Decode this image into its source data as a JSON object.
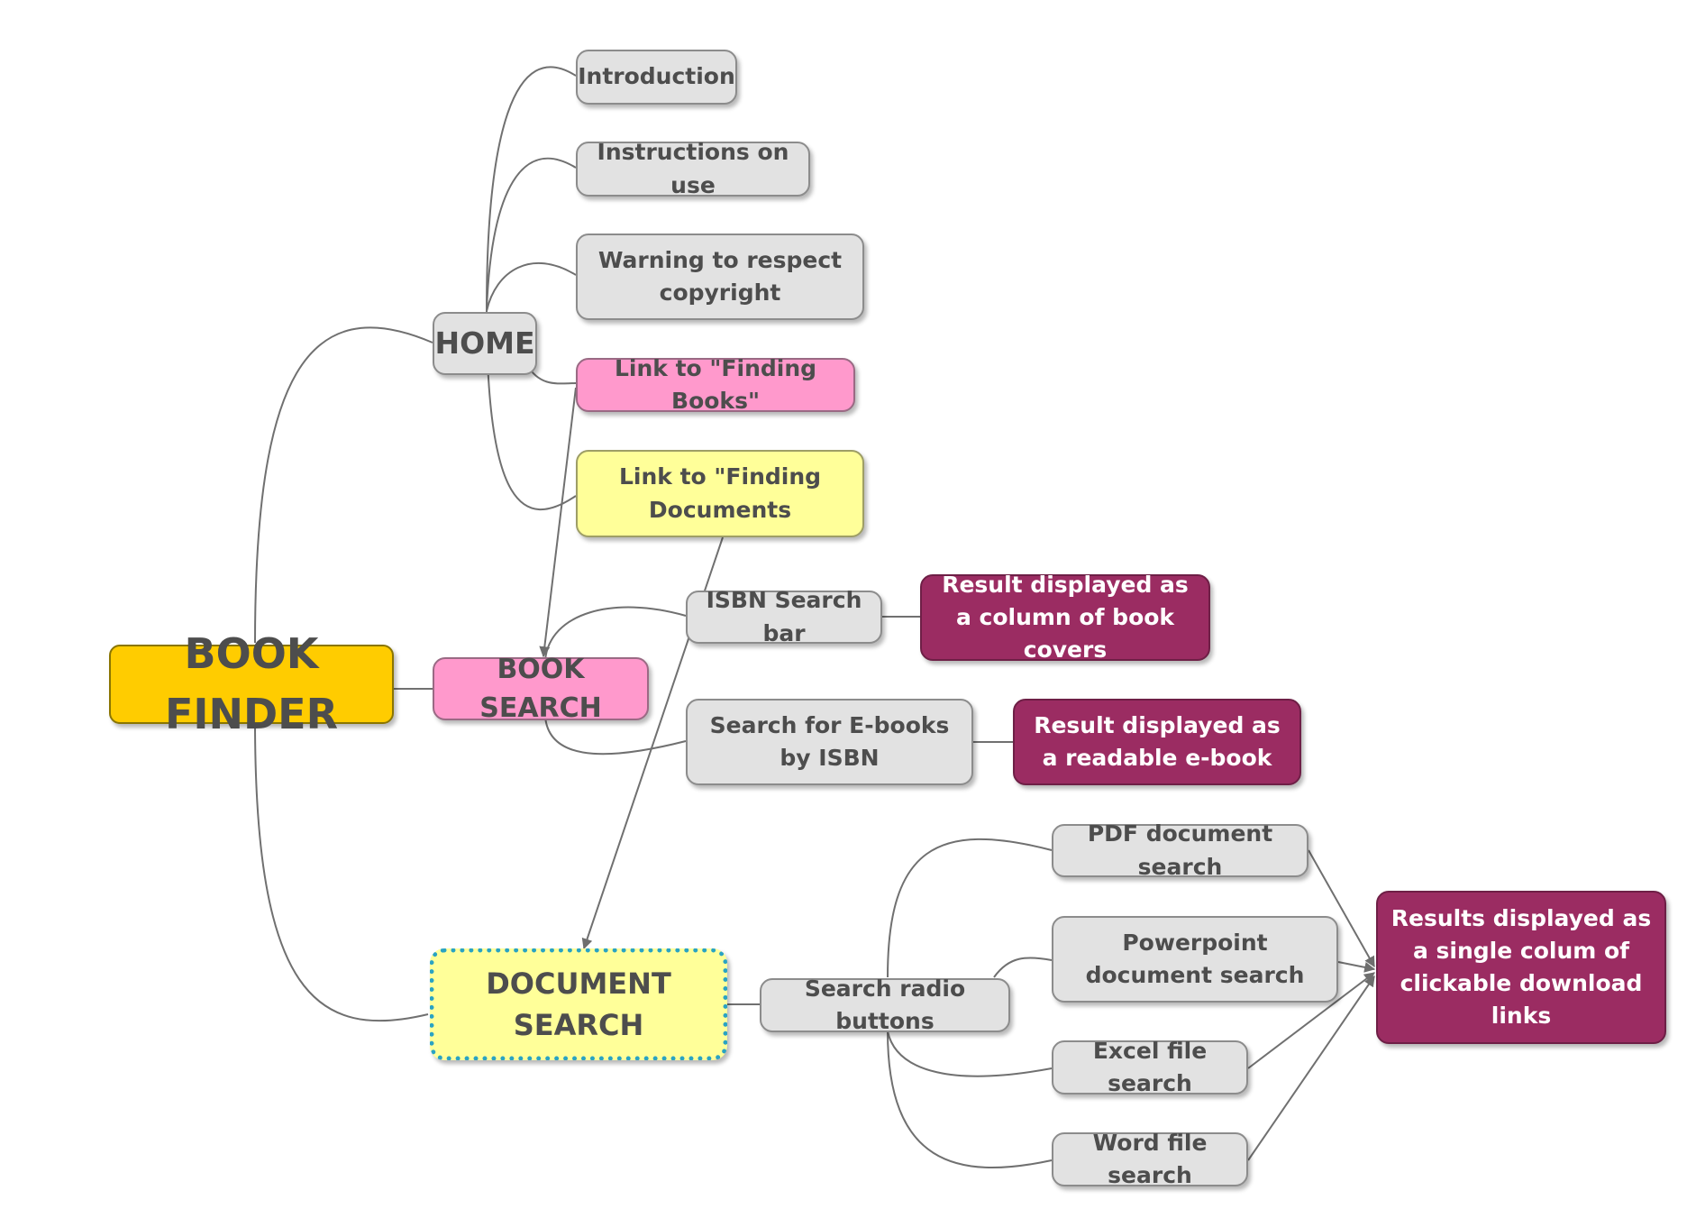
{
  "diagram": {
    "root": {
      "label": "BOOK FINDER"
    },
    "home": {
      "label": "HOME",
      "children": [
        "Introduction",
        "Instructions on use",
        "Warning to respect copyright",
        "Link to \"Finding Books\"",
        "Link to \"Finding Documents"
      ]
    },
    "book_search": {
      "label": "BOOK SEARCH",
      "isbn_bar": {
        "label": "ISBN Search bar",
        "result": "Result displayed as a column of book covers"
      },
      "ebooks": {
        "label": "Search for E-books by ISBN",
        "result": "Result displayed as a readable e-book"
      }
    },
    "document_search": {
      "label": "DOCUMENT SEARCH",
      "radio": {
        "label": "Search radio buttons",
        "children": [
          "PDF document search",
          "Powerpoint document search",
          "Excel file search",
          "Word file search"
        ],
        "result": "Results displayed as a single colum of clickable download links"
      }
    }
  },
  "colors": {
    "root": "#ffcc00",
    "default_node": "#e2e2e2",
    "book_link": "#ff99cc",
    "document_link": "#ffff99",
    "result": "#9b2c62",
    "document_search_border": "#2aa3c3",
    "connector": "#6e6e6e"
  }
}
